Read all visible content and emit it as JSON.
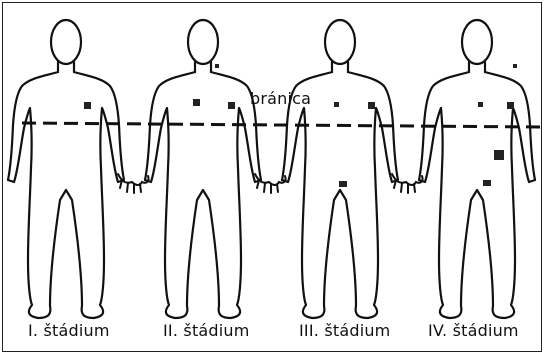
{
  "diaphragm_label": "bránica",
  "stages": [
    {
      "label": "I. štádium"
    },
    {
      "label": "II. štádium"
    },
    {
      "label": "III. štádium"
    },
    {
      "label": "IV. štádium"
    }
  ]
}
